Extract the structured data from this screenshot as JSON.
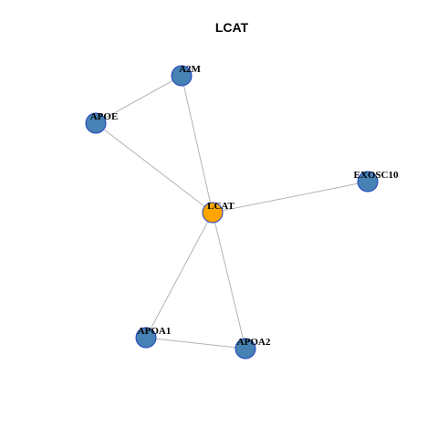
{
  "title": "LCAT",
  "colors": {
    "hub": "#ffa500",
    "neighbor": "#4682b4",
    "border": "#1f3fbf",
    "edge": "#b3b3b3"
  },
  "nodes": [
    {
      "id": "A2M",
      "label": "A2M",
      "role": "neighbor"
    },
    {
      "id": "APOE",
      "label": "APOE",
      "role": "neighbor"
    },
    {
      "id": "EXOSC10",
      "label": "EXOSC10",
      "role": "neighbor"
    },
    {
      "id": "LCAT",
      "label": "LCAT",
      "role": "hub"
    },
    {
      "id": "APOA1",
      "label": "APOA1",
      "role": "neighbor"
    },
    {
      "id": "APOA2",
      "label": "APOA2",
      "role": "neighbor"
    }
  ],
  "edges": [
    {
      "source": "APOE",
      "target": "A2M"
    },
    {
      "source": "A2M",
      "target": "LCAT"
    },
    {
      "source": "APOE",
      "target": "LCAT"
    },
    {
      "source": "LCAT",
      "target": "EXOSC10"
    },
    {
      "source": "LCAT",
      "target": "APOA1"
    },
    {
      "source": "LCAT",
      "target": "APOA2"
    },
    {
      "source": "APOA1",
      "target": "APOA2"
    }
  ]
}
